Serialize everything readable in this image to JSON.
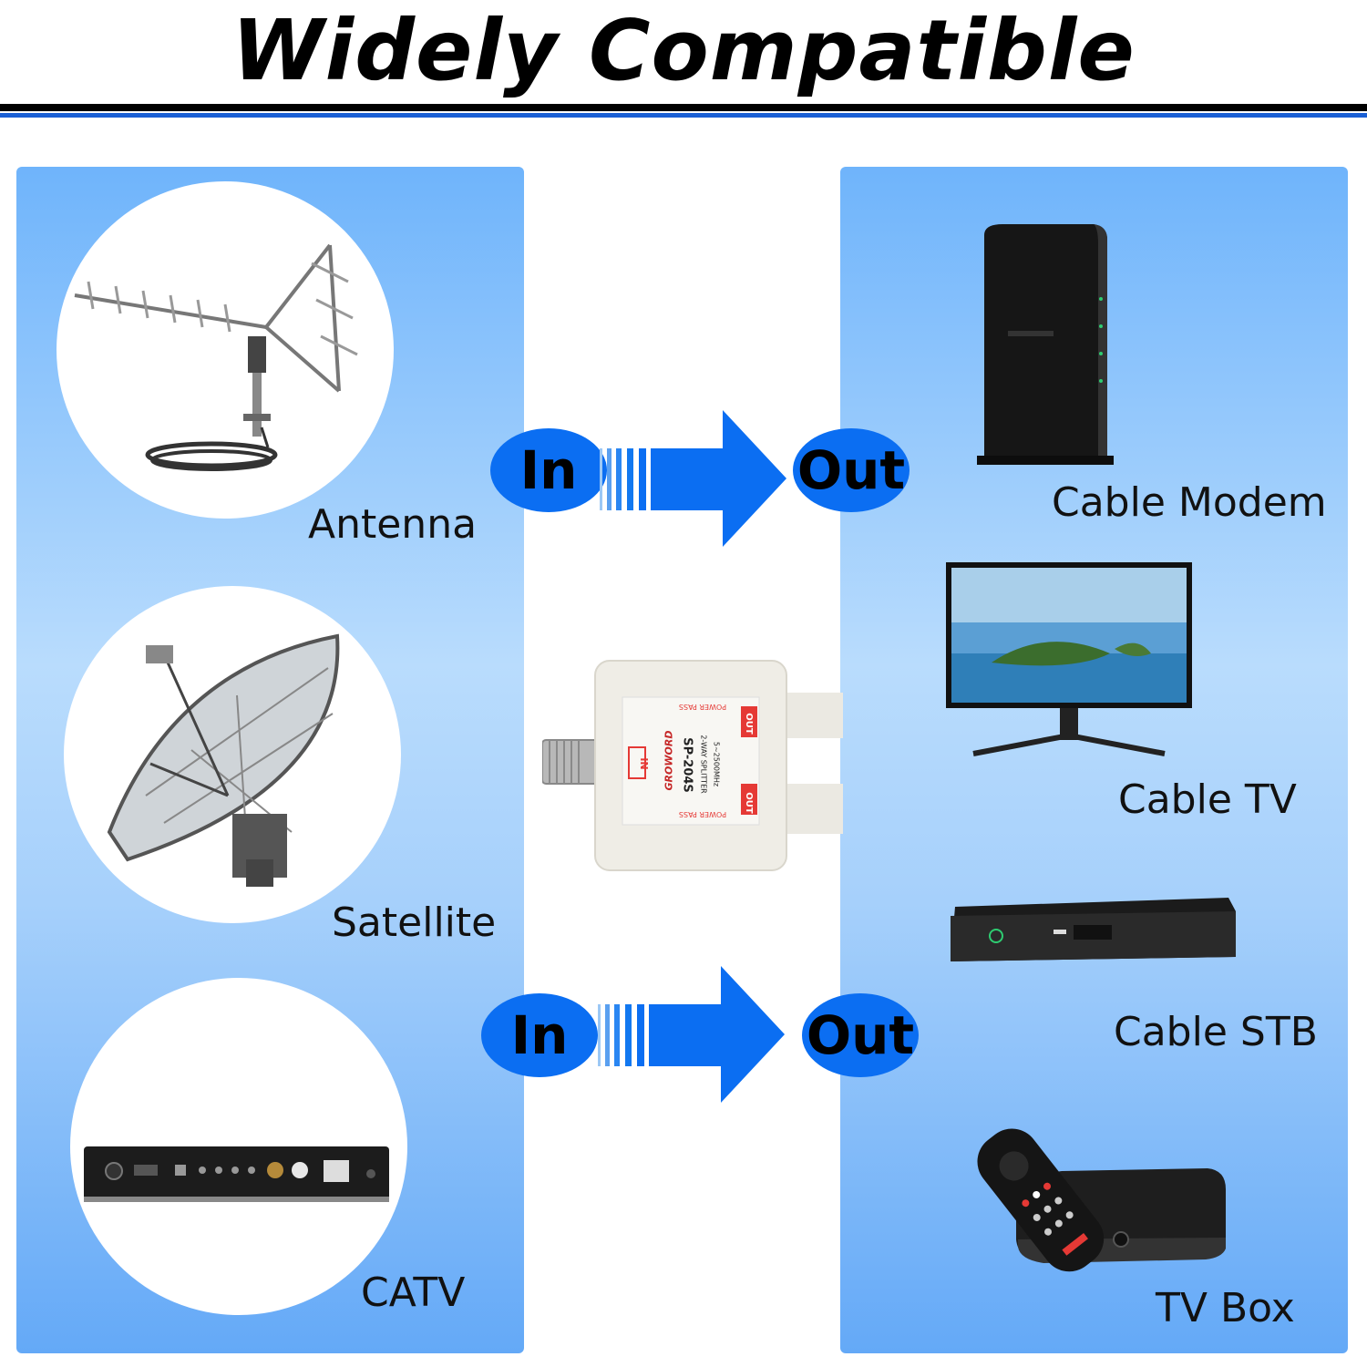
{
  "title": "Widely Compatible",
  "sources": [
    {
      "label": "Antenna",
      "icon": "antenna-icon"
    },
    {
      "label": "Satellite",
      "icon": "satellite-dish-icon"
    },
    {
      "label": "CATV",
      "icon": "catv-box-icon"
    }
  ],
  "flows": [
    {
      "in_label": "In",
      "out_label": "Out"
    },
    {
      "in_label": "In",
      "out_label": "Out"
    }
  ],
  "splitter": {
    "model": "SP-204S",
    "type": "2-WAY SPLITTER",
    "frequency": "5~2500MHz",
    "brand": "GROWORD",
    "in_port": "IN",
    "out_port": "OUT",
    "power_pass": "POWER PASS"
  },
  "outputs": [
    {
      "label": "Cable Modem",
      "icon": "cable-modem-icon"
    },
    {
      "label": "Cable TV",
      "icon": "television-icon"
    },
    {
      "label": "Cable STB",
      "icon": "set-top-box-icon"
    },
    {
      "label": "TV Box",
      "icon": "tv-box-remote-icon"
    }
  ],
  "colors": {
    "accent": "#0b6ef2",
    "rule": "#1a5fd4",
    "panel_top": "#6fb4fb",
    "panel_mid": "#b9dcfd"
  }
}
